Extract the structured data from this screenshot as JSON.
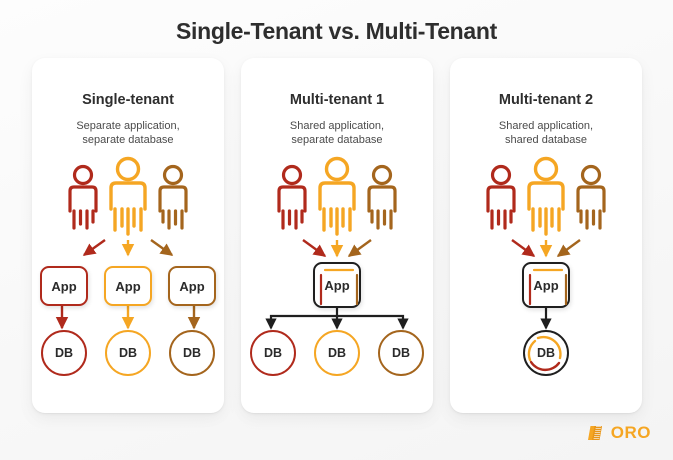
{
  "header": {
    "title": "Single-Tenant vs. Multi-Tenant"
  },
  "brand": {
    "logo_text": "ORO",
    "logo_icon": "oro-parallelogram-icon",
    "logo_color": "#F5A623"
  },
  "colors": {
    "tenant_red": "#B02A1C",
    "tenant_orange": "#F5A623",
    "tenant_brown": "#A4651D",
    "dark": "#1f1f1f",
    "card_bg": "#ffffff",
    "page_bg": "#fbfbfb",
    "title_color": "#2e2e2e",
    "sub_color": "#4b4b4b"
  },
  "panels": [
    {
      "id": "single-tenant",
      "title": "Single-tenant",
      "subtitle_line1": "Separate application,",
      "subtitle_line2": "separate database",
      "users_icon": "three-people-icon",
      "apps": [
        {
          "label": "App",
          "color": "#B02A1C"
        },
        {
          "label": "App",
          "color": "#F5A623"
        },
        {
          "label": "App",
          "color": "#A4651D"
        }
      ],
      "databases": [
        {
          "label": "DB",
          "color": "#B02A1C"
        },
        {
          "label": "DB",
          "color": "#F5A623"
        },
        {
          "label": "DB",
          "color": "#A4651D"
        }
      ],
      "arrow_style": "fan-out-colored",
      "app_to_db": "one-to-one-colored"
    },
    {
      "id": "multi-tenant-1",
      "title": "Multi-tenant 1",
      "subtitle_line1": "Shared application,",
      "subtitle_line2": "separate database",
      "users_icon": "three-people-icon",
      "apps": [
        {
          "label": "App",
          "color": "#1f1f1f"
        }
      ],
      "databases": [
        {
          "label": "DB",
          "color": "#B02A1C"
        },
        {
          "label": "DB",
          "color": "#F5A623"
        },
        {
          "label": "DB",
          "color": "#A4651D"
        }
      ],
      "arrow_style": "converge-colored",
      "app_to_db": "one-to-many-dark"
    },
    {
      "id": "multi-tenant-2",
      "title": "Multi-tenant 2",
      "subtitle_line1": "Shared application,",
      "subtitle_line2": "shared database",
      "users_icon": "three-people-icon",
      "apps": [
        {
          "label": "App",
          "color": "#1f1f1f"
        }
      ],
      "databases": [
        {
          "label": "DB",
          "color": "#1f1f1f"
        }
      ],
      "arrow_style": "converge-colored",
      "app_to_db": "one-to-one-dark"
    }
  ]
}
